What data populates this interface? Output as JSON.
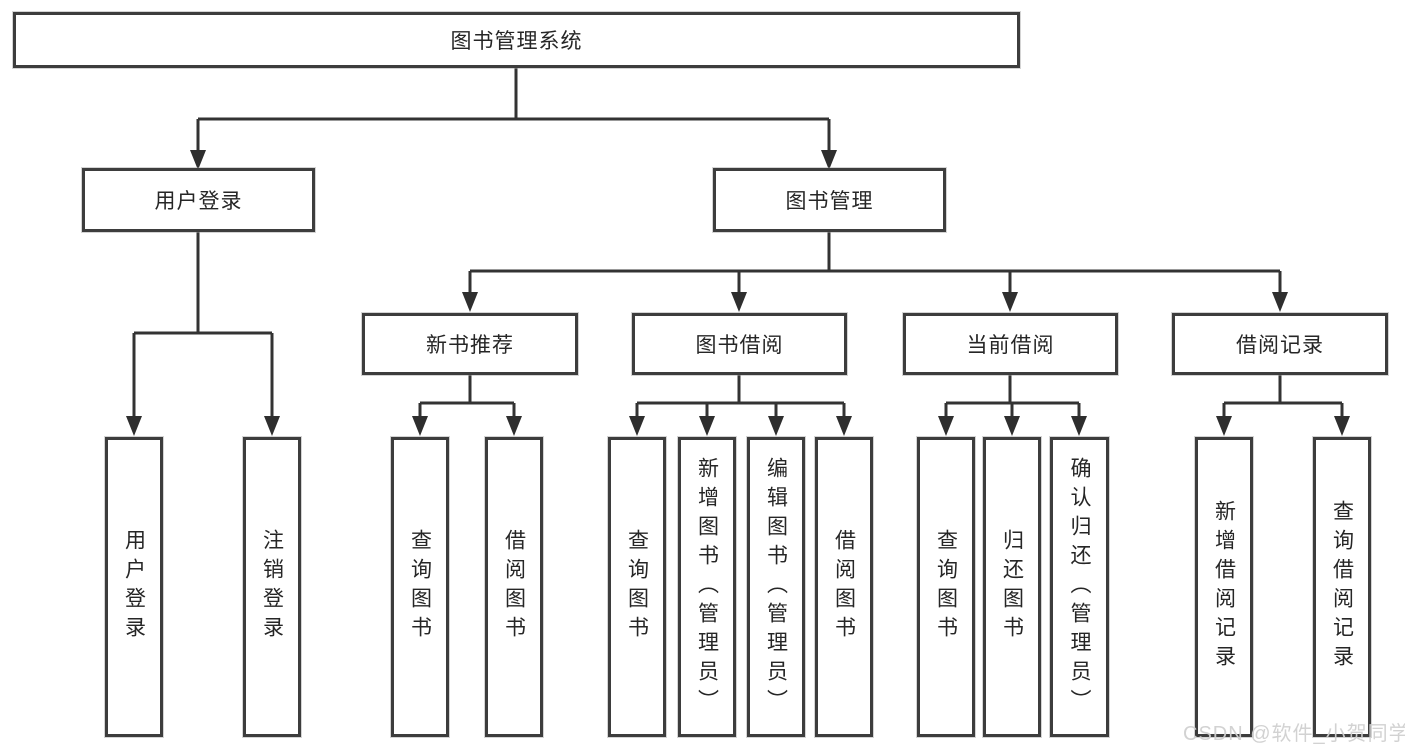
{
  "palette": {
    "background": "#ffffff",
    "box_border": "#3d3d3d",
    "line": "#333333",
    "arrow_fill": "#2e2e2e",
    "text": "#262626",
    "watermark": "#d0d0d0"
  },
  "watermark": "CSDN @软件_小贺同学",
  "tree": {
    "label": "图书管理系统",
    "children": [
      {
        "label": "用户登录",
        "children": [
          {
            "label": "用户登录"
          },
          {
            "label": "注销登录"
          }
        ]
      },
      {
        "label": "图书管理",
        "children": [
          {
            "label": "新书推荐",
            "children": [
              {
                "label": "查询图书"
              },
              {
                "label": "借阅图书"
              }
            ]
          },
          {
            "label": "图书借阅",
            "children": [
              {
                "label": "查询图书"
              },
              {
                "label": "新增图书（管理员）"
              },
              {
                "label": "编辑图书（管理员）"
              },
              {
                "label": "借阅图书"
              }
            ]
          },
          {
            "label": "当前借阅",
            "children": [
              {
                "label": "查询图书"
              },
              {
                "label": "归还图书"
              },
              {
                "label": "确认归还（管理员）"
              }
            ]
          },
          {
            "label": "借阅记录",
            "children": [
              {
                "label": "新增借阅记录"
              },
              {
                "label": "查询借阅记录"
              }
            ]
          }
        ]
      }
    ]
  }
}
